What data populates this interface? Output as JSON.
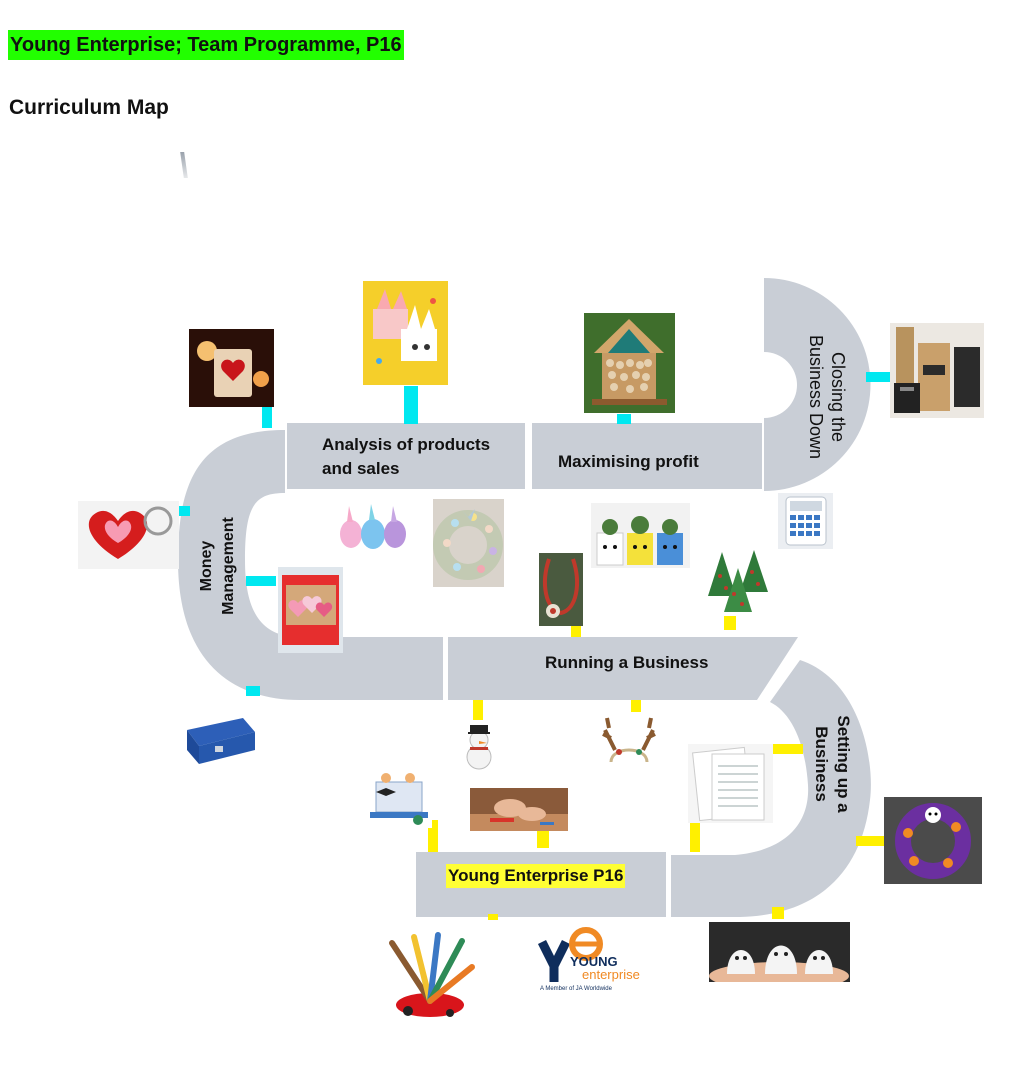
{
  "header": {
    "title": "Young Enterprise; Team Programme, P16",
    "subtitle": "Curriculum Map"
  },
  "roadmap": {
    "stages": {
      "money_management": "Money Management",
      "analysis": "Analysis of products and sales",
      "maximising_profit": "Maximising profit",
      "closing": "Closing the Business Down",
      "running": "Running a Business",
      "setting_up": "Setting up a Business",
      "young_enterprise": "Young Enterprise P16"
    },
    "logo": {
      "brand_top": "YOUNG",
      "brand_bottom": "enterprise",
      "tagline": "A Member of JA Worldwide"
    },
    "images": [
      "candle-jar",
      "bunny-card",
      "birdhouse",
      "money-jars",
      "heart-keyring",
      "painted-eggs",
      "egg-wreath",
      "succulent-pots",
      "calculator",
      "valentine-card",
      "reindeer-ornament",
      "felt-trees",
      "cash-box",
      "snowman",
      "antlers-headband",
      "to-do-list",
      "halloween-wreath",
      "classroom-icons",
      "crafting-hands",
      "art-supplies",
      "ghost-figures"
    ],
    "colors": {
      "road": "#c9ced6",
      "cyan_connector": "#00e8f0",
      "yellow_connector": "#fff000",
      "title_highlight": "#22ff00",
      "label_highlight": "#ffff33"
    }
  }
}
